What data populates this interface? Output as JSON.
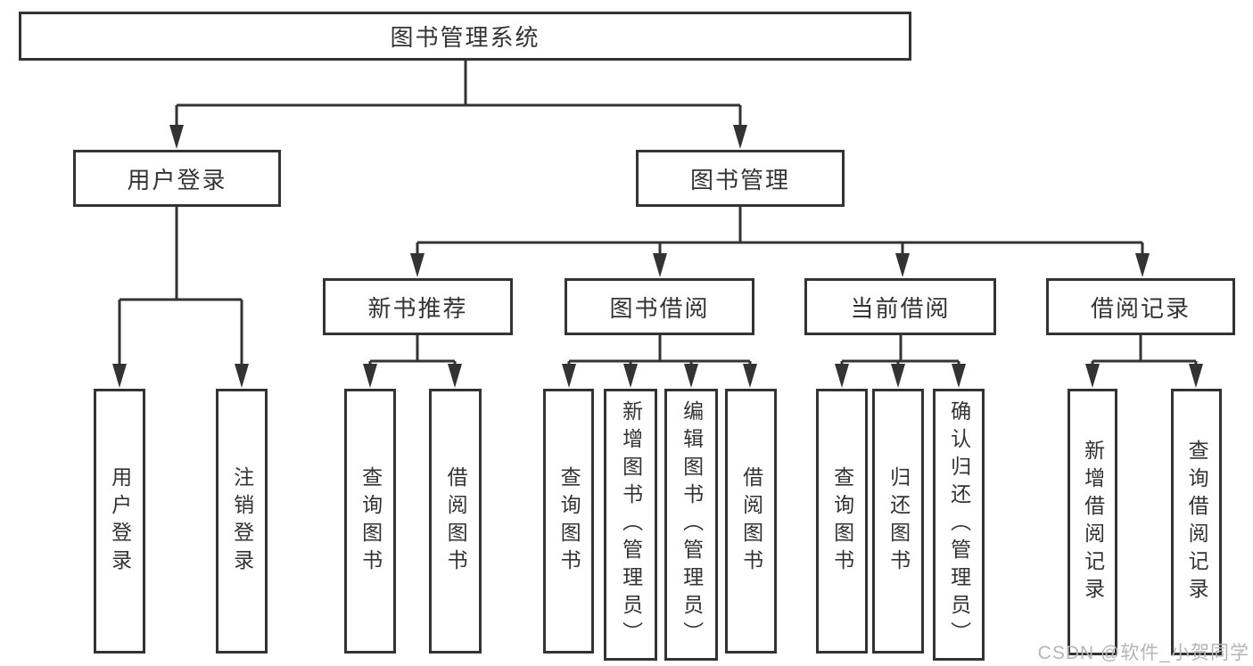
{
  "diagram": {
    "title": "图书管理系统",
    "root": {
      "label": "图书管理系统"
    },
    "branches": [
      {
        "label": "用户登录",
        "children": [
          {
            "label": "用户登录"
          },
          {
            "label": "注销登录"
          }
        ]
      },
      {
        "label": "图书管理",
        "children": [
          {
            "label": "新书推荐",
            "children": [
              {
                "label": "查询图书"
              },
              {
                "label": "借阅图书"
              }
            ]
          },
          {
            "label": "图书借阅",
            "children": [
              {
                "label": "查询图书"
              },
              {
                "label": "新增图书（管理员）"
              },
              {
                "label": "编辑图书（管理员）"
              },
              {
                "label": "借阅图书"
              }
            ]
          },
          {
            "label": "当前借阅",
            "children": [
              {
                "label": "查询图书"
              },
              {
                "label": "归还图书"
              },
              {
                "label": "确认归还（管理员）"
              }
            ]
          },
          {
            "label": "借阅记录",
            "children": [
              {
                "label": "新增借阅记录"
              },
              {
                "label": "查询借阅记录"
              }
            ]
          }
        ]
      }
    ]
  },
  "watermark": {
    "text": "CSDN @软件_小贺同学"
  },
  "colors": {
    "line": "#333333",
    "box_border": "#333333",
    "box_background": "#ffffff",
    "text": "#333333",
    "watermark": "#b5b5b5"
  }
}
